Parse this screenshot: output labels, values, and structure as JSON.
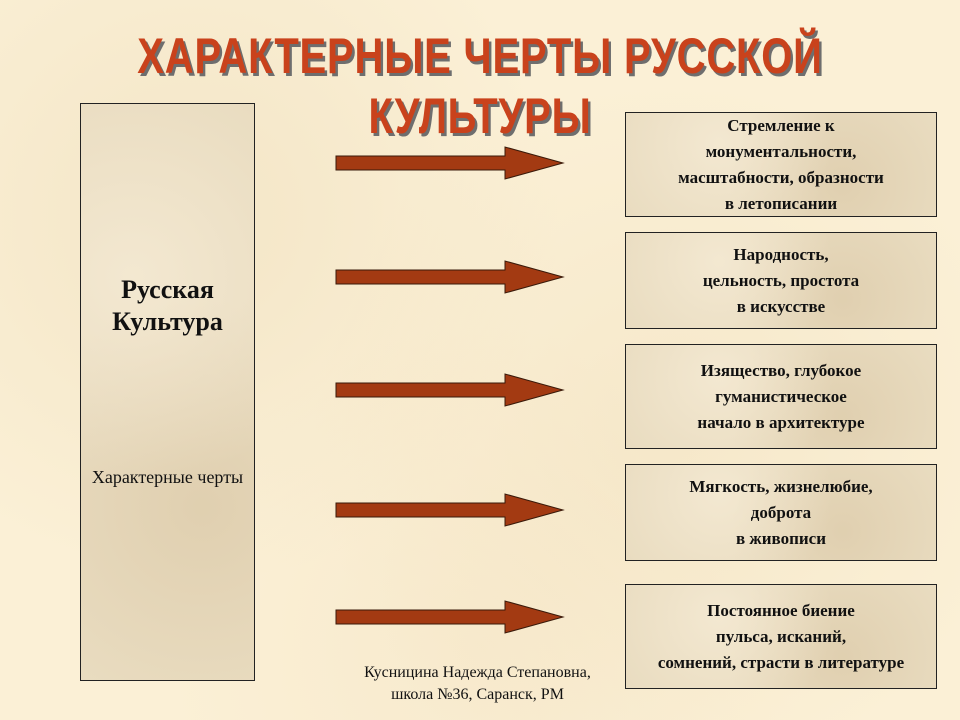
{
  "title": "ХАРАКТЕРНЫЕ ЧЕРТЫ РУССКОЙ КУЛЬТУРЫ",
  "left_box": {
    "main": "Русская Культура",
    "sub": "Характерные черты"
  },
  "traits": [
    "Стремление к\nмонументальности,\nмасштабности, образности\nв летописании",
    "Народность,\nцельность, простота\nв искусстве",
    "Изящество, глубокое\nгуманистическое\nначало в архитектуре",
    "Мягкость, жизнелюбие,\nдоброта\nв живописи",
    "Постоянное биение\nпульса, исканий,\nсомнений, страсти в литературе"
  ],
  "footer": "Кусницина Надежда Степановна,\nшкола №36, Саранск, РМ",
  "colors": {
    "title": "#c9421c",
    "arrow": "#a33a12"
  }
}
